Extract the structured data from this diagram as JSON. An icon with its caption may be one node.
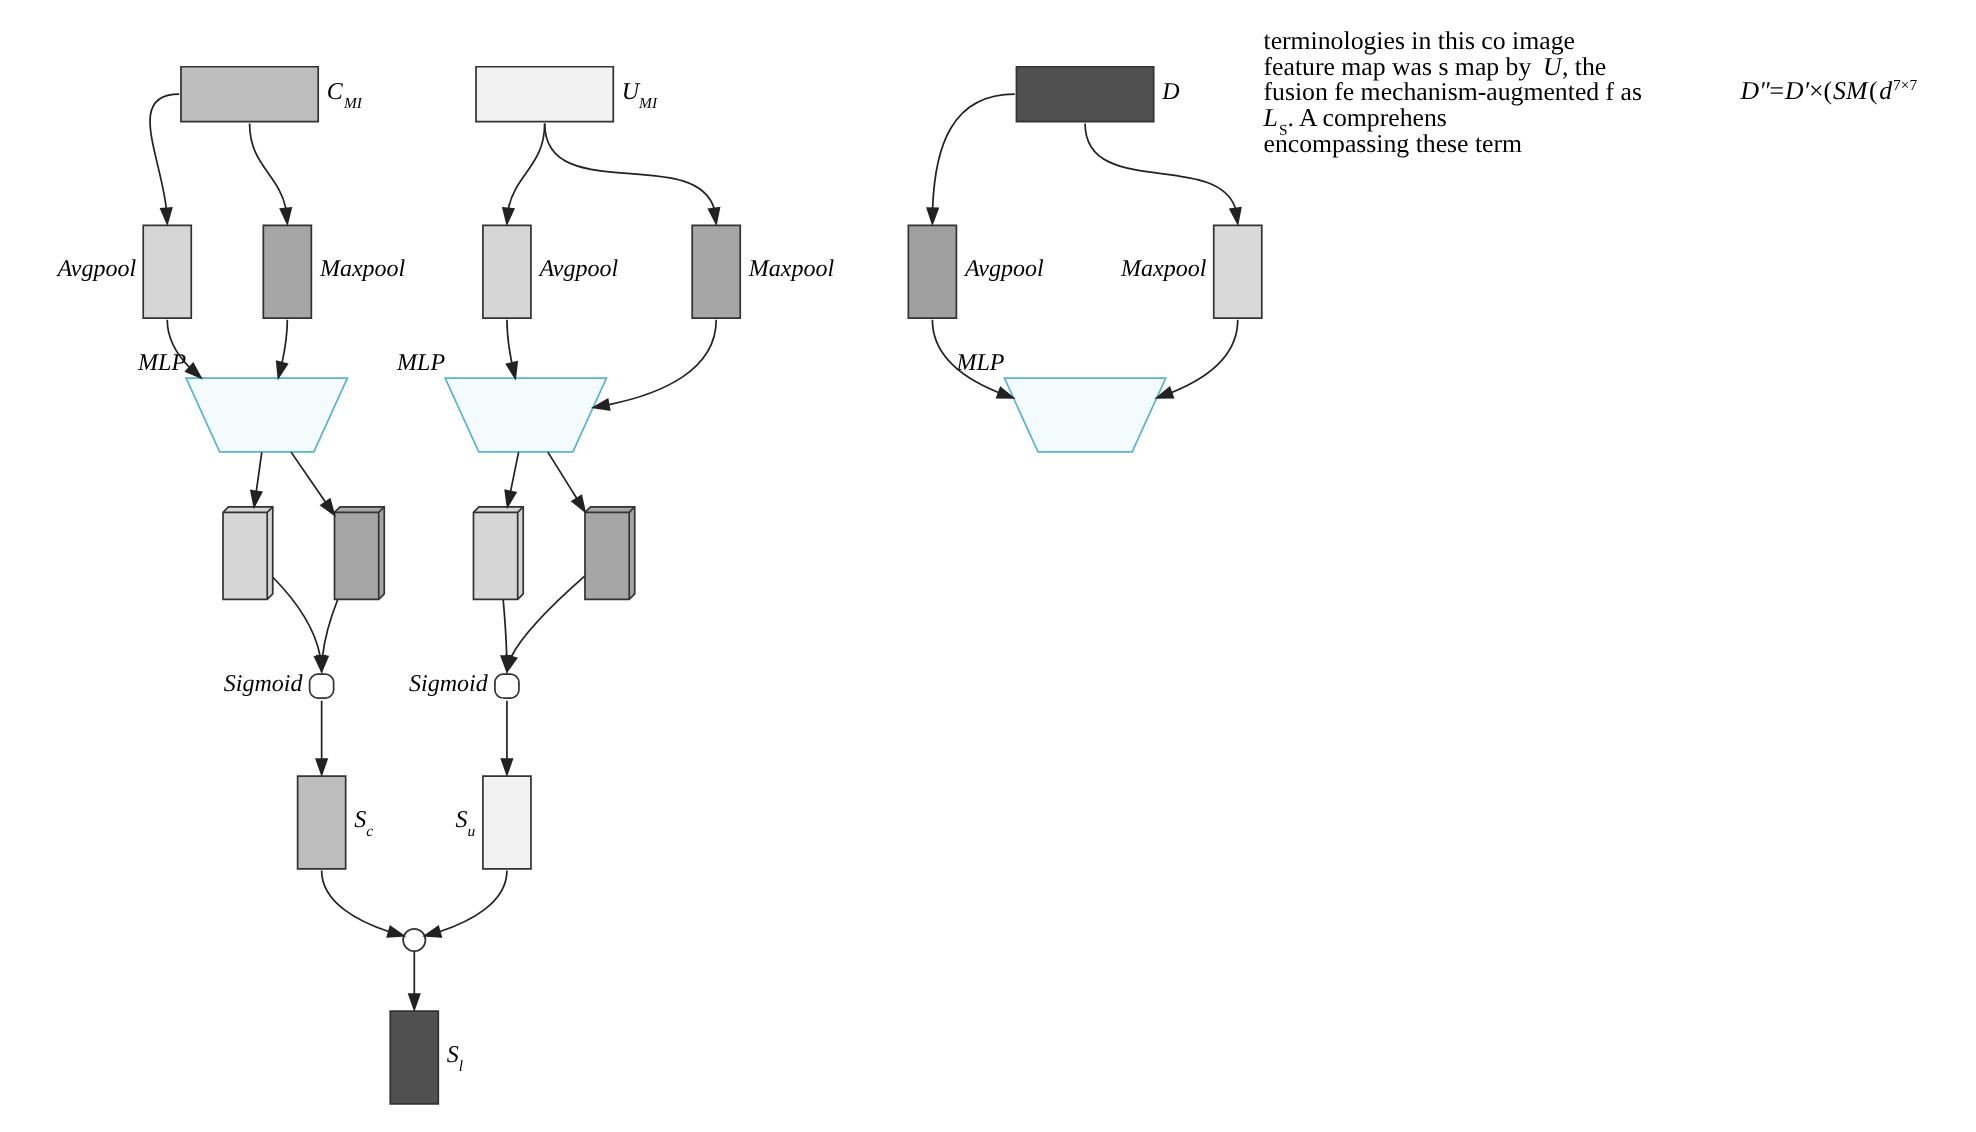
{
  "diagram": {
    "nodes": [
      {
        "text": [],
        "shape": "box",
        "beside": [
          "C$_{MI}$"
        ]
      },
      {
        "text": [],
        "shape": "box",
        "beside": [
          "Avgpool"
        ]
      },
      {
        "text": [],
        "shape": "box",
        "beside": [
          "Maxpool"
        ]
      },
      {
        "text": [],
        "shape": "hourglass",
        "beside": [
          "MLP"
        ]
      },
      {
        "text": [],
        "shape": "box"
      },
      {
        "text": [],
        "shape": "box"
      },
      {
        "text": [],
        "shape": "circle",
        "beside": [
          "Sigmoid"
        ]
      },
      {
        "text": [],
        "shape": "box",
        "beside": [
          "S$_{c}$"
        ]
      },
      {
        "text": [],
        "shape": "box",
        "beside": [
          "U$_{MI}$"
        ]
      },
      {
        "text": [],
        "shape": "box",
        "beside": [
          "Avgpool"
        ]
      },
      {
        "text": [],
        "shape": "box",
        "beside": [
          "Maxpool"
        ]
      },
      {
        "text": [],
        "shape": "hourglass",
        "beside": [
          "MLP"
        ]
      },
      {
        "text": [],
        "shape": "box"
      },
      {
        "text": [],
        "shape": "box"
      },
      {
        "text": [],
        "shape": "circle",
        "beside": [
          "Sigmoid"
        ]
      },
      {
        "text": [],
        "shape": "box",
        "beside": [
          "S$_{u}$"
        ]
      },
      {
        "text": [],
        "shape": "circle"
      },
      {
        "text": [],
        "shape": "box",
        "beside": [
          "S$_{l}$"
        ]
      },
      {
        "text": [],
        "shape": "box",
        "beside": [
          "D"
        ]
      },
      {
        "text": [],
        "shape": "box",
        "beside": [
          "Avgpool"
        ]
      },
      {
        "text": [],
        "shape": "box",
        "beside": [
          "Maxpool"
        ]
      },
      {
        "text": [],
        "shape": "hourglass",
        "beside": [
          "MLP"
        ]
      }
    ],
    "edges": [
      {
        "from": 0,
        "to": 1,
        "arrow": "to"
      },
      {
        "from": 0,
        "to": 2,
        "arrow": "to"
      },
      {
        "from": 1,
        "to": 3,
        "arrow": "to"
      },
      {
        "from": 2,
        "to": 3,
        "arrow": "to"
      },
      {
        "from": 3,
        "to": 4,
        "arrow": "to"
      },
      {
        "from": 3,
        "to": 5,
        "arrow": "to"
      },
      {
        "from": 4,
        "to": 6,
        "arrow": "to"
      },
      {
        "from": 5,
        "to": 6,
        "arrow": "to"
      },
      {
        "from": 6,
        "to": 7,
        "arrow": "to"
      },
      {
        "from": 8,
        "to": 9,
        "arrow": "to"
      },
      {
        "from": 8,
        "to": 10,
        "arrow": "to"
      },
      {
        "from": 9,
        "to": 11,
        "arrow": "to"
      },
      {
        "from": 10,
        "to": 11,
        "arrow": "to"
      },
      {
        "from": 11,
        "to": 12,
        "arrow": "to"
      },
      {
        "from": 11,
        "to": 13,
        "arrow": "to"
      },
      {
        "from": 12,
        "to": 14,
        "arrow": "to"
      },
      {
        "from": 13,
        "to": 14,
        "arrow": "to"
      },
      {
        "from": 14,
        "to": 15,
        "arrow": "to"
      },
      {
        "from": 7,
        "to": 16,
        "arrow": "to"
      },
      {
        "from": 15,
        "to": 16,
        "arrow": "to"
      },
      {
        "from": 16,
        "to": 17,
        "arrow": "to"
      },
      {
        "from": 18,
        "to": 19,
        "arrow": "to"
      },
      {
        "from": 18,
        "to": 20,
        "arrow": "to"
      },
      {
        "from": 19,
        "to": 21,
        "arrow": "to"
      },
      {
        "from": 20,
        "to": 21,
        "arrow": "to"
      }
    ],
    "labels": [
      "terminologies in this co image feature map was s map by *U*, the fusion fe mechanism-augmented f as *L*$_{S}$. A comprehens encompassing these term",
      "*D″*=*D′*×(*SM*(*d*$^{7×7}$"
    ]
  }
}
